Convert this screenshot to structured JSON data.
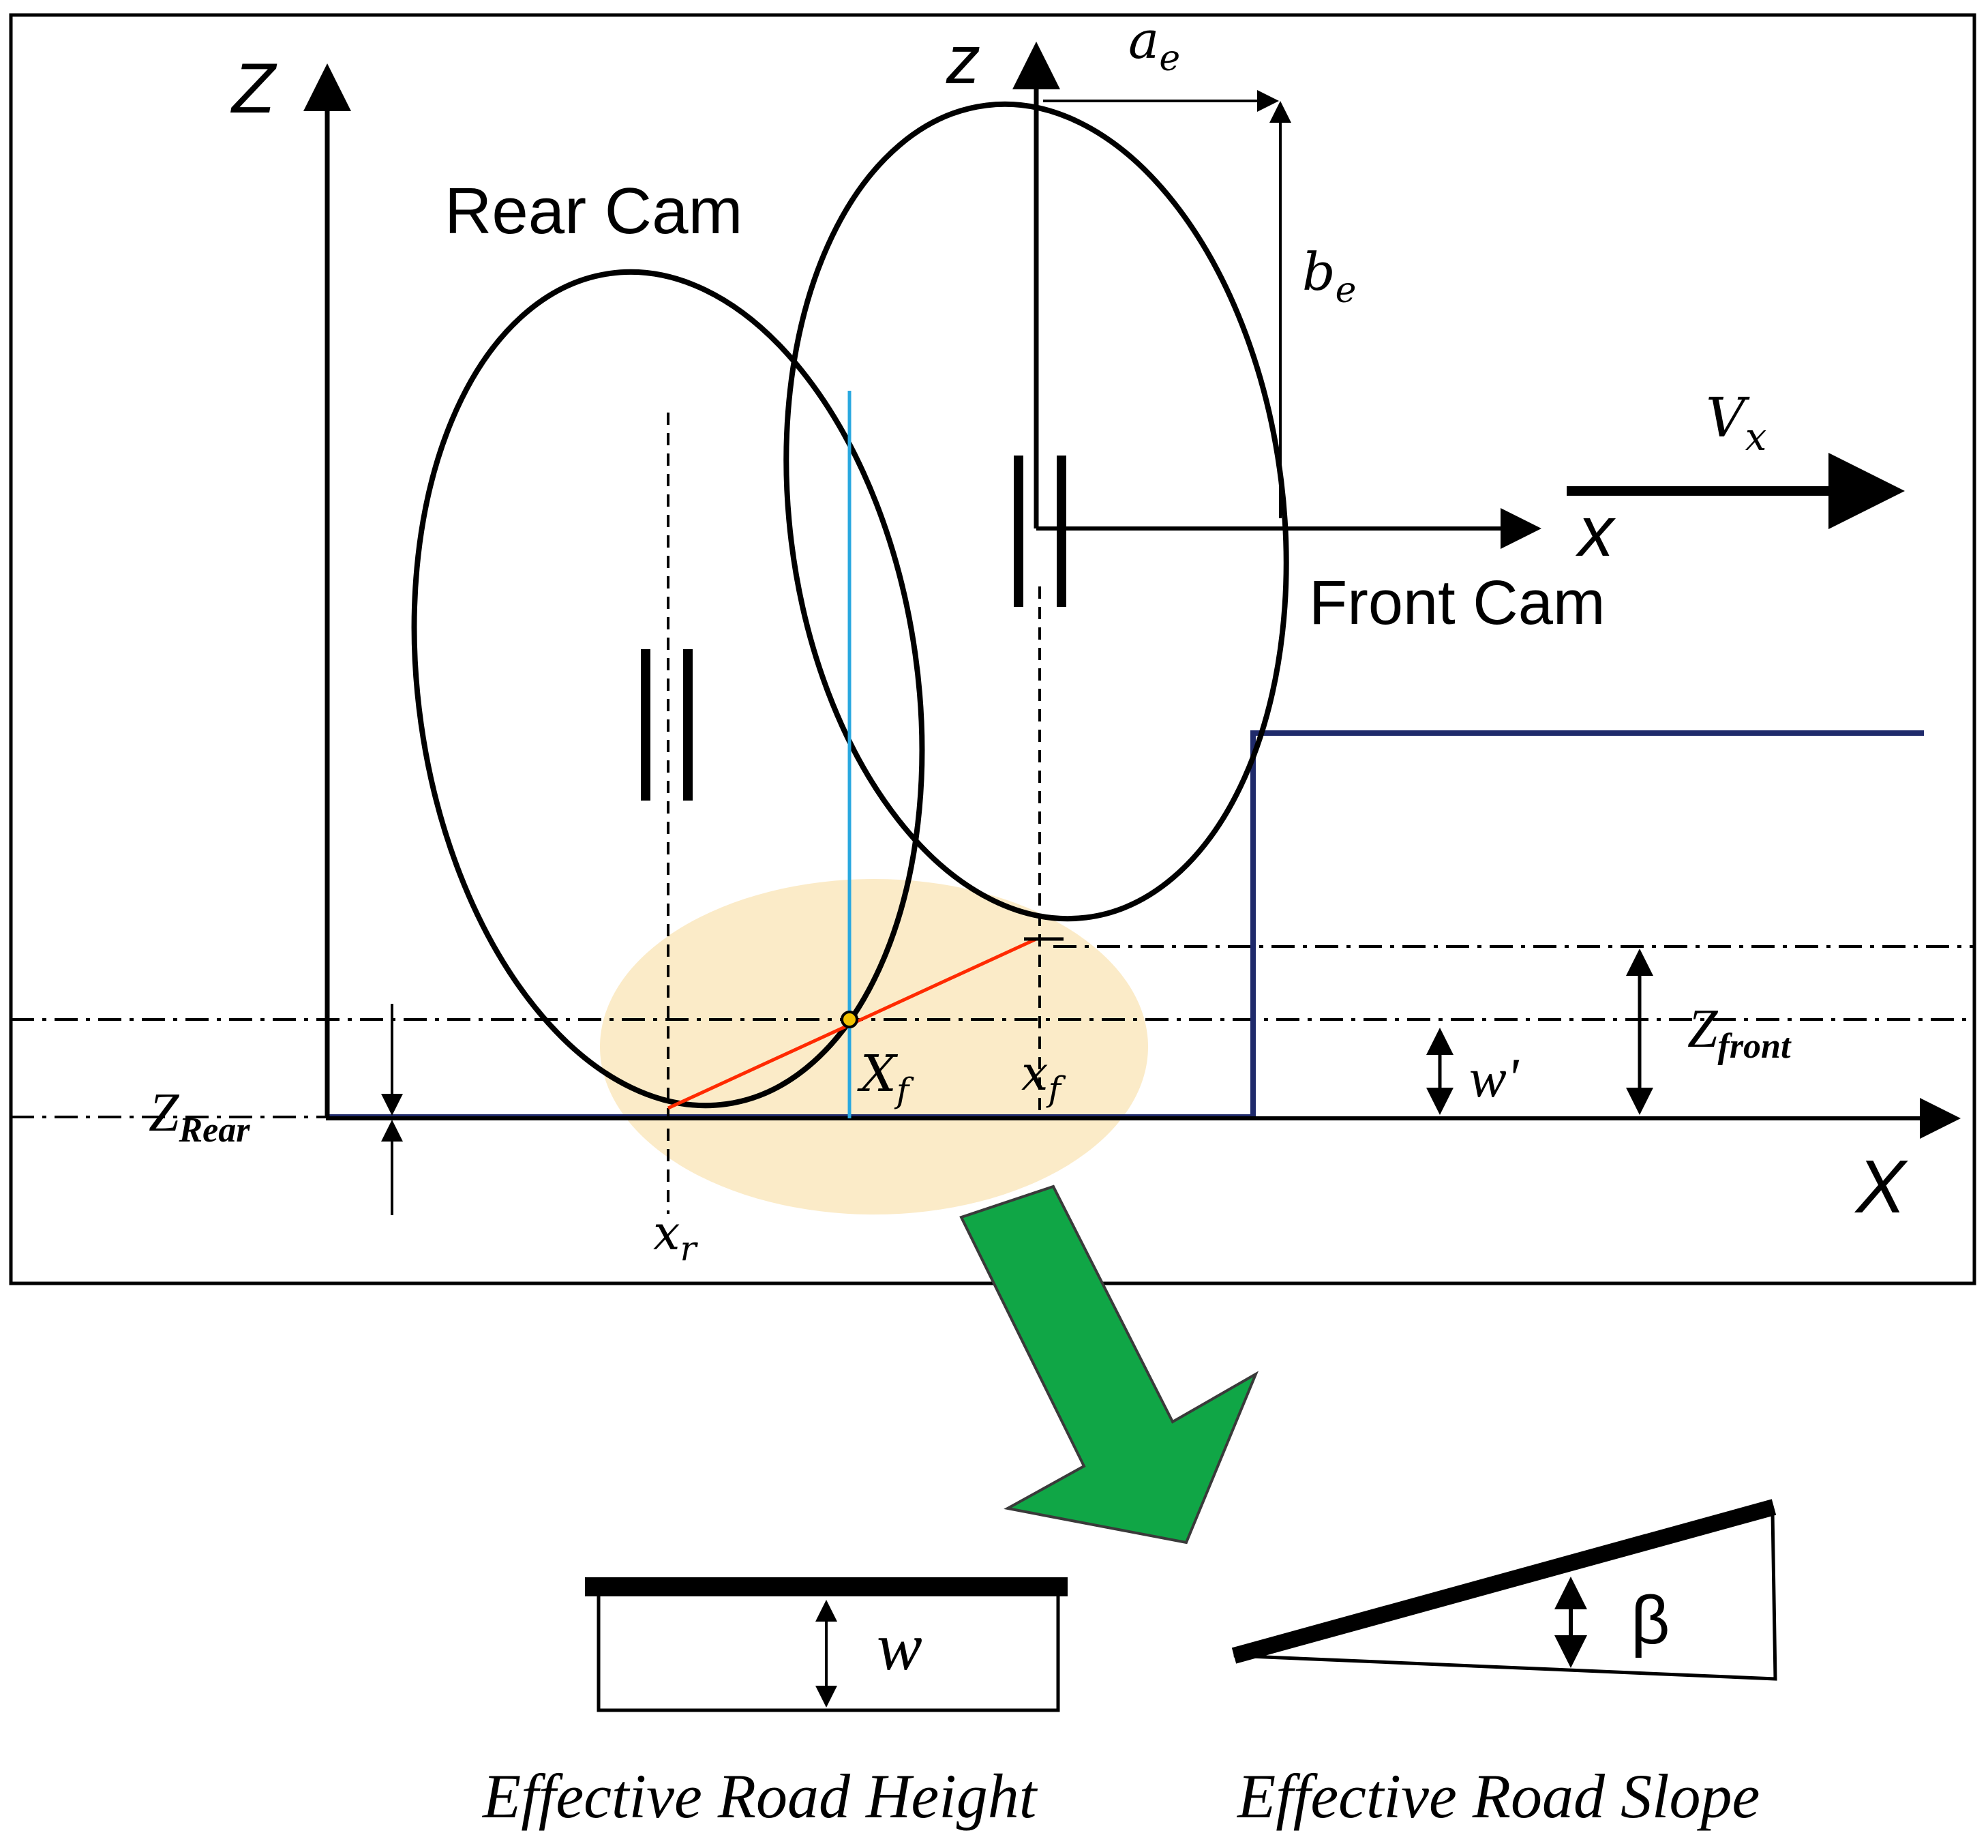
{
  "labels": {
    "z_global": "Z",
    "z_local": "z",
    "a_e": "a",
    "a_e_sub": "e",
    "b_e": "b",
    "b_e_sub": "e",
    "rear_cam": "Rear Cam",
    "front_cam": "Front Cam",
    "v_x": "V",
    "v_x_sub": "x",
    "x_local": "x",
    "x_global": "X",
    "z_rear": "Z",
    "z_rear_sub": "Rear",
    "z_front": "Z",
    "z_front_sub": "front",
    "w_prime": "w'",
    "x_r": "x",
    "x_r_sub": "r",
    "X_f": "X",
    "X_f_sub": "f",
    "x_f": "x",
    "x_f_sub": "f",
    "w": "w",
    "beta": "β",
    "effective_road_height": "Effective Road Height",
    "effective_road_slope": "Effective Road Slope"
  },
  "colors": {
    "outline": "#000000",
    "road_profile": "#1f2a6b",
    "contact_line": "#ff2a00",
    "effective_point_line": "#29a8e0",
    "highlight": "#fbe9c2",
    "arrow_fill": "#10a646",
    "arrow_stroke": "#3a3a3a"
  }
}
